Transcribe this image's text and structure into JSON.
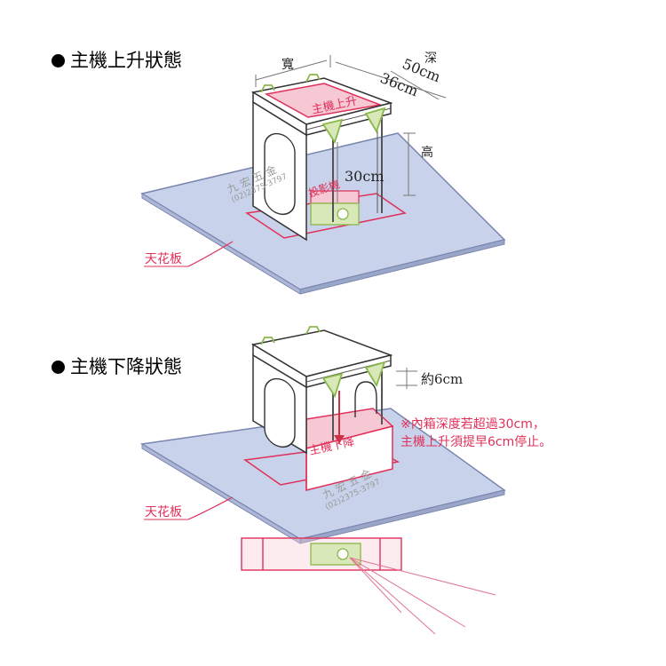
{
  "section1": {
    "title": "主機上升狀態",
    "dims": {
      "width": "寬",
      "depth": "深",
      "depth_outer": "50cm",
      "depth_inner": "36cm",
      "height": "高",
      "inner_height": "30cm"
    },
    "host_label": "主機上升",
    "projector_label": "投影機",
    "ceiling_label": "天花板",
    "watermark": {
      "name": "九 宏 五 金",
      "phone": "(02)2375-3797"
    }
  },
  "section2": {
    "title": "主機下降狀態",
    "gap_label": "約6cm",
    "note_line1": "※內箱深度若超過30cm，",
    "note_line2": "主機上升須提早6cm停止。",
    "host_label": "主機下降",
    "ceiling_label": "天花板",
    "watermark": {
      "name": "九 宏 五 金",
      "phone": "(02)2375-3797"
    }
  },
  "colors": {
    "outline": "#333333",
    "ceiling_fill": "#c8d2ea",
    "ceiling_edge": "#7a86b0",
    "rail": "#555555",
    "box_fill": "#ffffff",
    "red": "#e0305a",
    "red_fill": "#f5c8d4",
    "green": "#8ab84a",
    "green_fill": "#d9e8b8",
    "beam": "#cc3344"
  }
}
